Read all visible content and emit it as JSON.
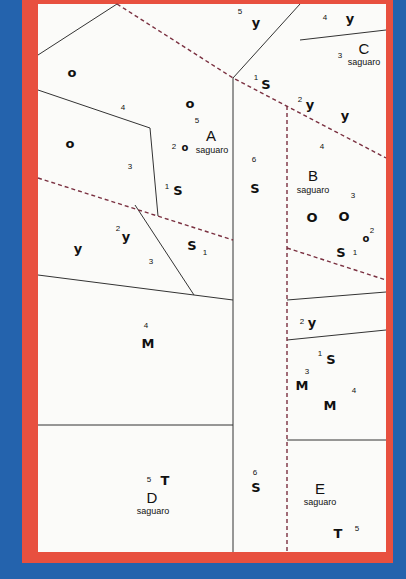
{
  "diagram": {
    "labels": [
      "5",
      "y",
      "4",
      "y",
      "C",
      "saguaro",
      "3",
      "1",
      "S",
      "2",
      "y",
      "y",
      "o",
      "o",
      "4",
      "5",
      "A",
      "saguaro",
      "2",
      "o",
      "3",
      "o",
      "1",
      "S",
      "6",
      "S",
      "4",
      "B",
      "saguaro",
      "3",
      "O",
      "O",
      "2",
      "o",
      "1",
      "S",
      "2",
      "y",
      "y",
      "S",
      "1",
      "3",
      "4",
      "M",
      "2",
      "y",
      "1",
      "S",
      "3",
      "M",
      "M",
      "4",
      "5",
      "T",
      "D",
      "saguaro",
      "6",
      "S",
      "E",
      "saguaro",
      "T",
      "5"
    ]
  }
}
